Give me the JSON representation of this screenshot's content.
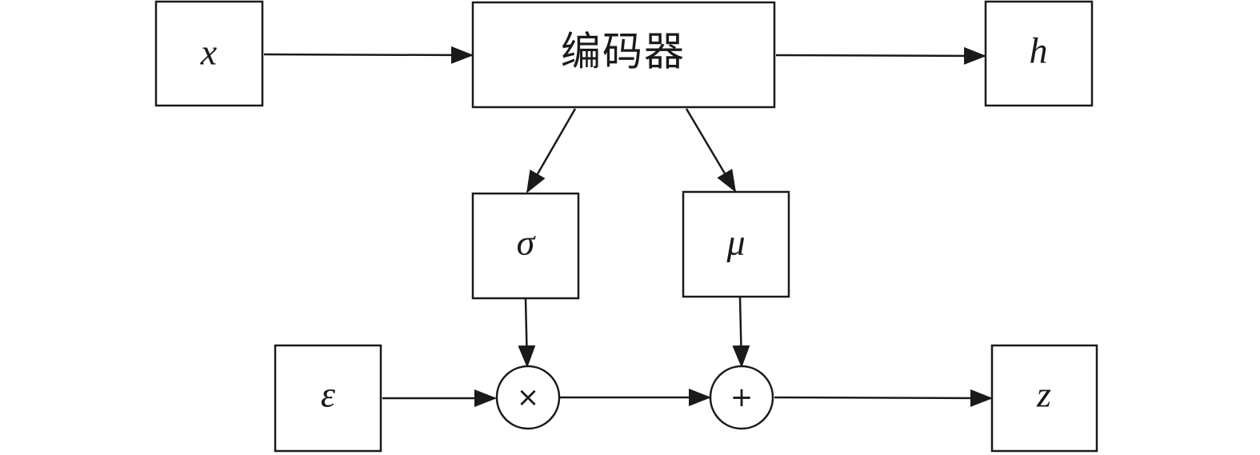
{
  "diagram": {
    "nodes": {
      "x": "x",
      "encoder": "编码器",
      "h": "h",
      "sigma": "σ",
      "mu": "μ",
      "epsilon": "ε",
      "multiply": "×",
      "add": "+",
      "z": "z"
    },
    "edges": [
      {
        "from": "x",
        "to": "encoder"
      },
      {
        "from": "encoder",
        "to": "h"
      },
      {
        "from": "encoder",
        "to": "sigma"
      },
      {
        "from": "encoder",
        "to": "mu"
      },
      {
        "from": "sigma",
        "to": "multiply"
      },
      {
        "from": "mu",
        "to": "add"
      },
      {
        "from": "epsilon",
        "to": "multiply"
      },
      {
        "from": "multiply",
        "to": "add"
      },
      {
        "from": "add",
        "to": "z"
      }
    ]
  }
}
